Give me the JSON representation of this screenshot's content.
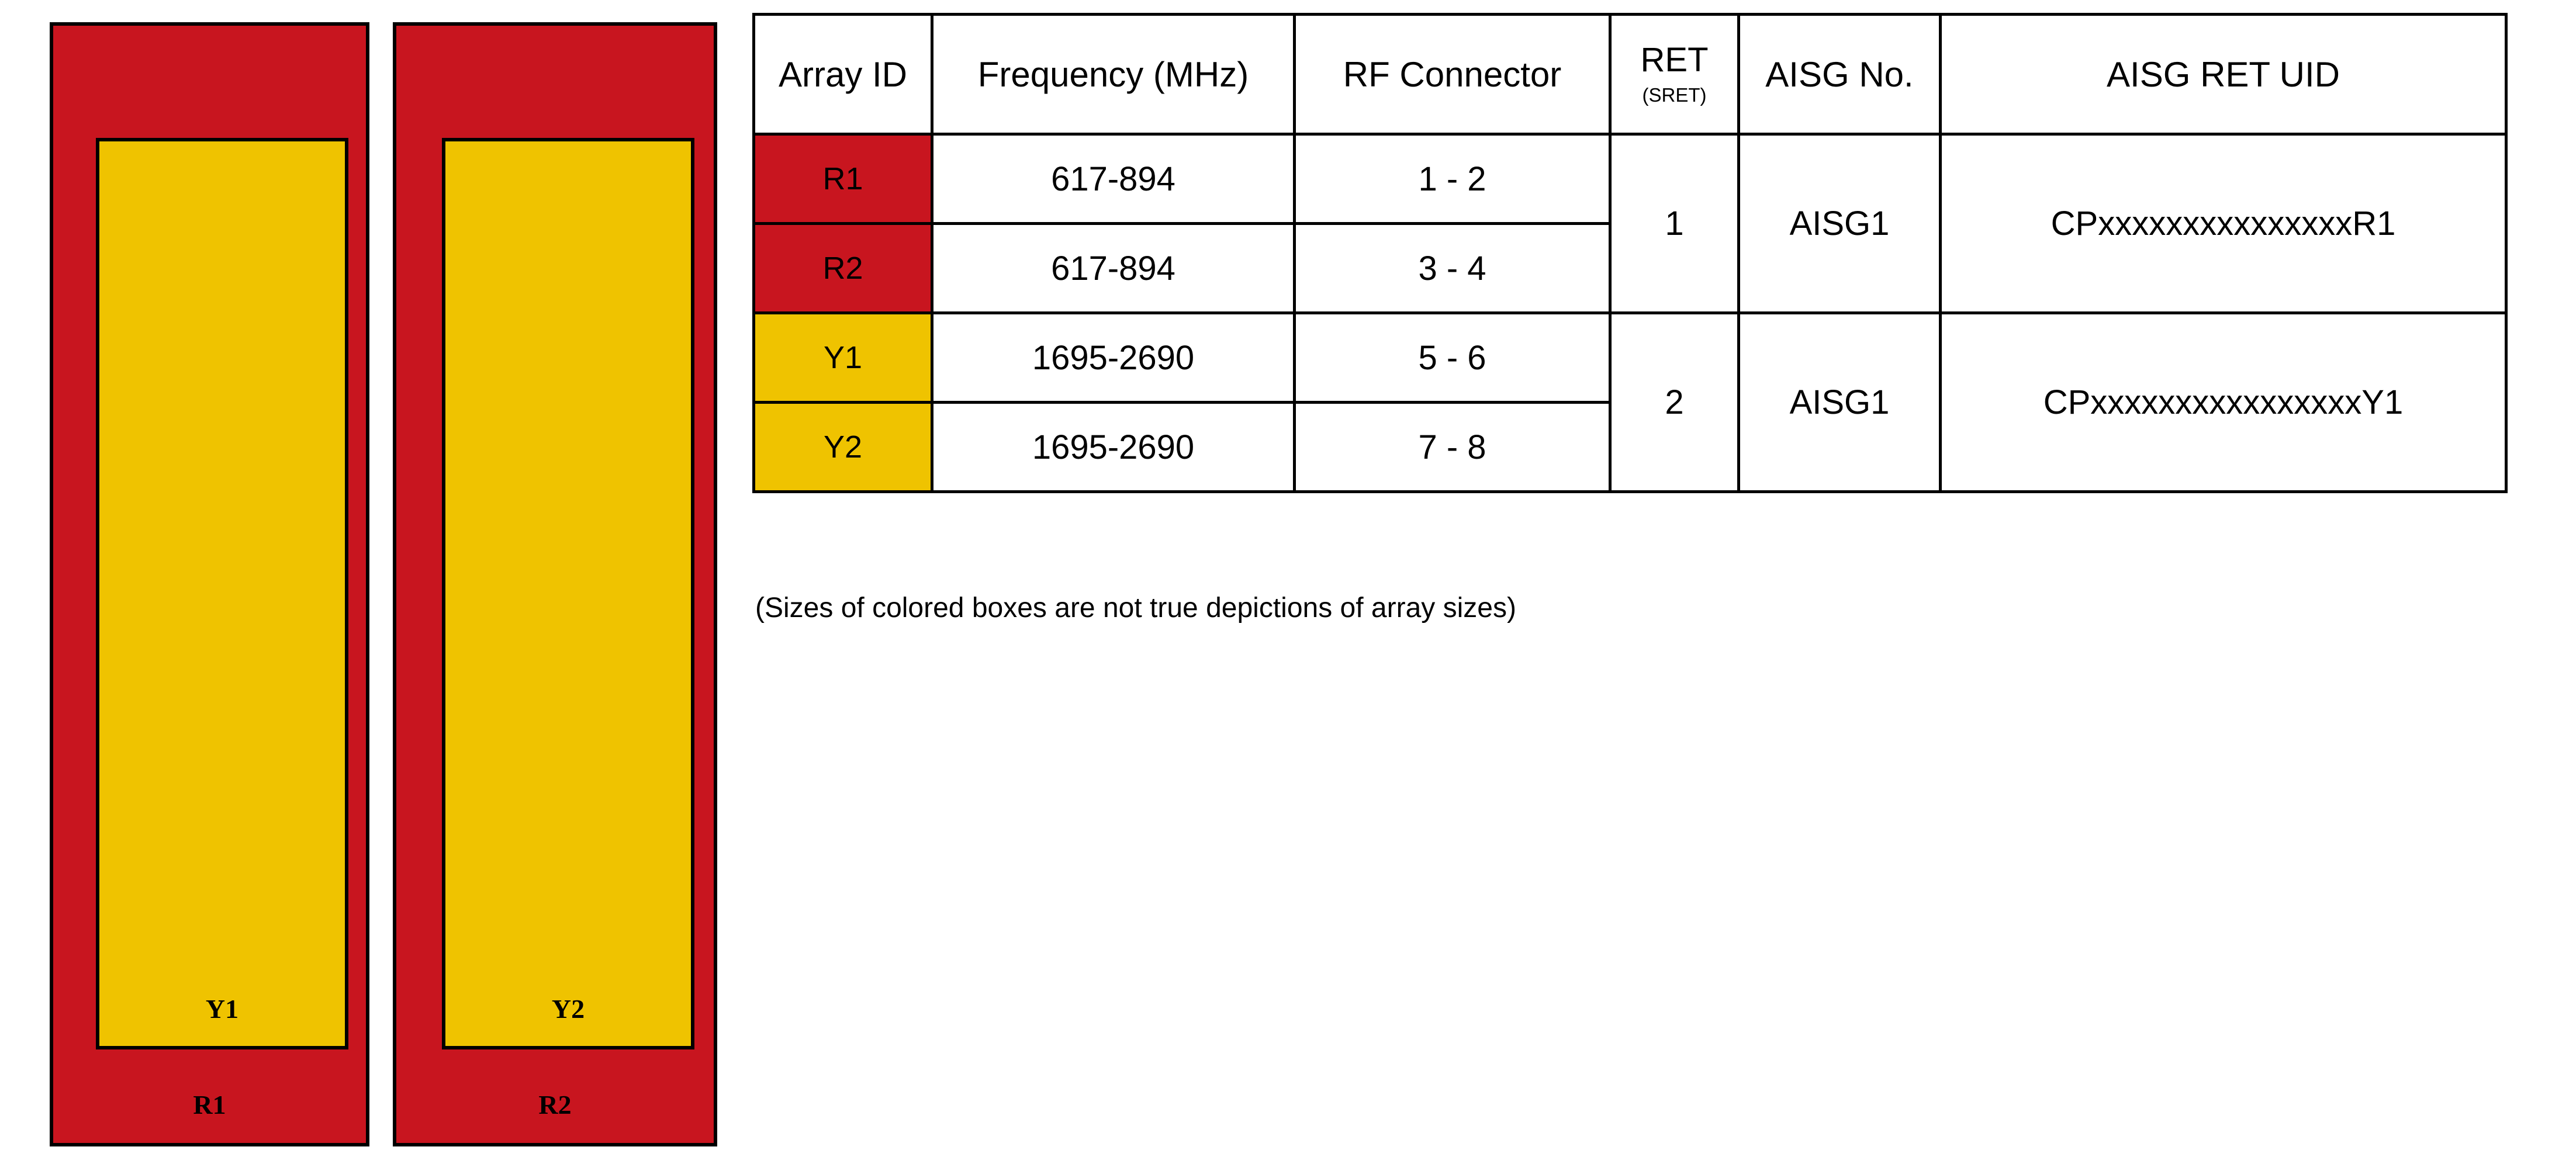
{
  "colors": {
    "red": "#C8151F",
    "yellow": "#EFC300",
    "border": "#000000",
    "background": "#FFFFFF"
  },
  "array_diagram": {
    "panels": [
      {
        "outer_label": "R1",
        "outer_color": "#C8151F",
        "inner_label": "Y1",
        "inner_color": "#EFC300"
      },
      {
        "outer_label": "R2",
        "outer_color": "#C8151F",
        "inner_label": "Y2",
        "inner_color": "#EFC300"
      }
    ]
  },
  "table": {
    "headers": {
      "array_id": "Array ID",
      "frequency": "Frequency (MHz)",
      "rf_connector": "RF Connector",
      "ret_main": "RET",
      "ret_sub": "(SRET)",
      "aisg_no": "AISG No.",
      "aisg_ret_uid": "AISG RET UID"
    },
    "rows": [
      {
        "array_id": "R1",
        "array_color": "#C8151F",
        "frequency": "617-894",
        "rf_connector": "1 - 2"
      },
      {
        "array_id": "R2",
        "array_color": "#C8151F",
        "frequency": "617-894",
        "rf_connector": "3 - 4"
      },
      {
        "array_id": "Y1",
        "array_color": "#EFC300",
        "frequency": "1695-2690",
        "rf_connector": "5 - 6"
      },
      {
        "array_id": "Y2",
        "array_color": "#EFC300",
        "frequency": "1695-2690",
        "rf_connector": "7 - 8"
      }
    ],
    "groups": [
      {
        "ret": "1",
        "aisg_no": "AISG1",
        "aisg_ret_uid": "CPxxxxxxxxxxxxxxxR1"
      },
      {
        "ret": "2",
        "aisg_no": "AISG1",
        "aisg_ret_uid": "CPxxxxxxxxxxxxxxxxY1"
      }
    ]
  },
  "caption": "(Sizes of colored boxes are not true depictions of array sizes)"
}
